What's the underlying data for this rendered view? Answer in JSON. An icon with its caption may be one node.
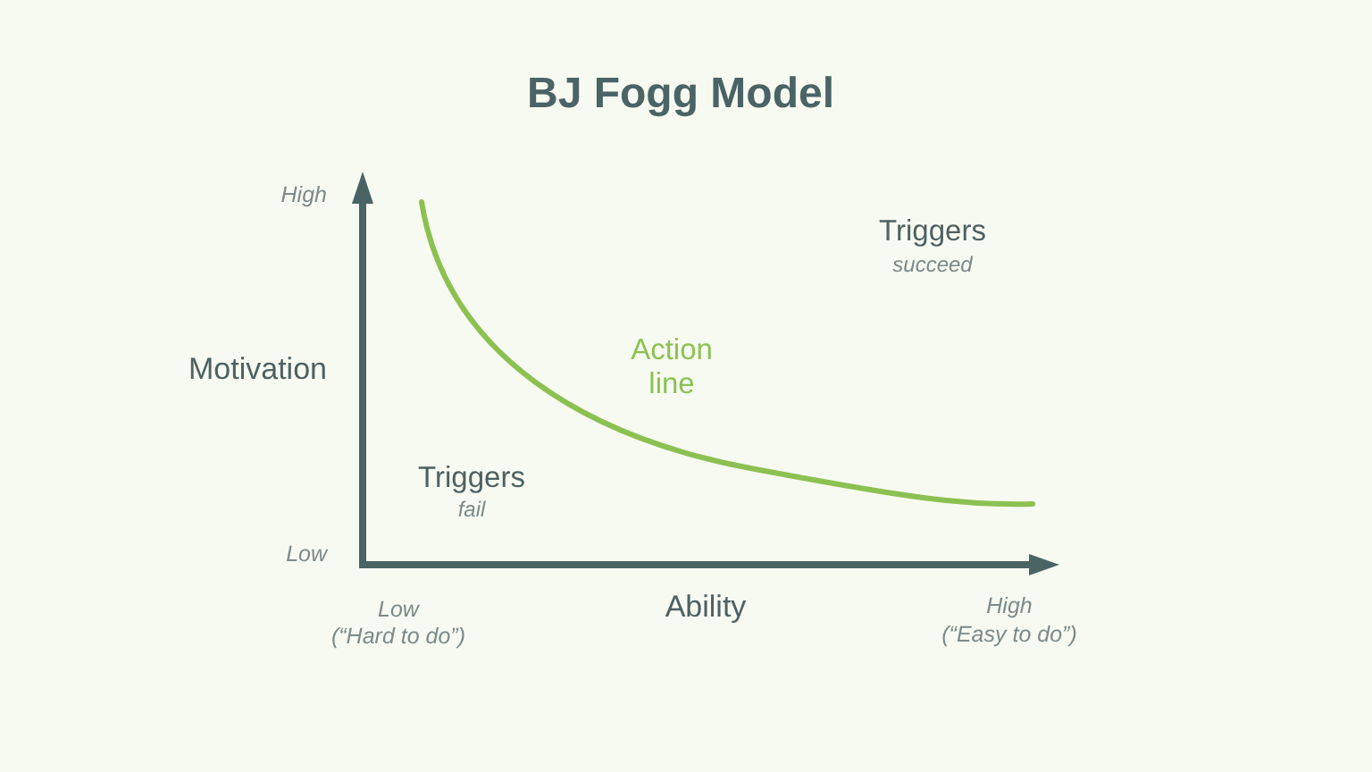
{
  "diagram": {
    "title": "BJ Fogg Model",
    "labels": [
      "High",
      "Triggers",
      "succeed",
      "Motivation",
      "Action line",
      "Triggers",
      "fail",
      "Low",
      "Low",
      "(“Hard to do”)",
      "Ability",
      "High",
      "(“Easy to do”)"
    ]
  }
}
